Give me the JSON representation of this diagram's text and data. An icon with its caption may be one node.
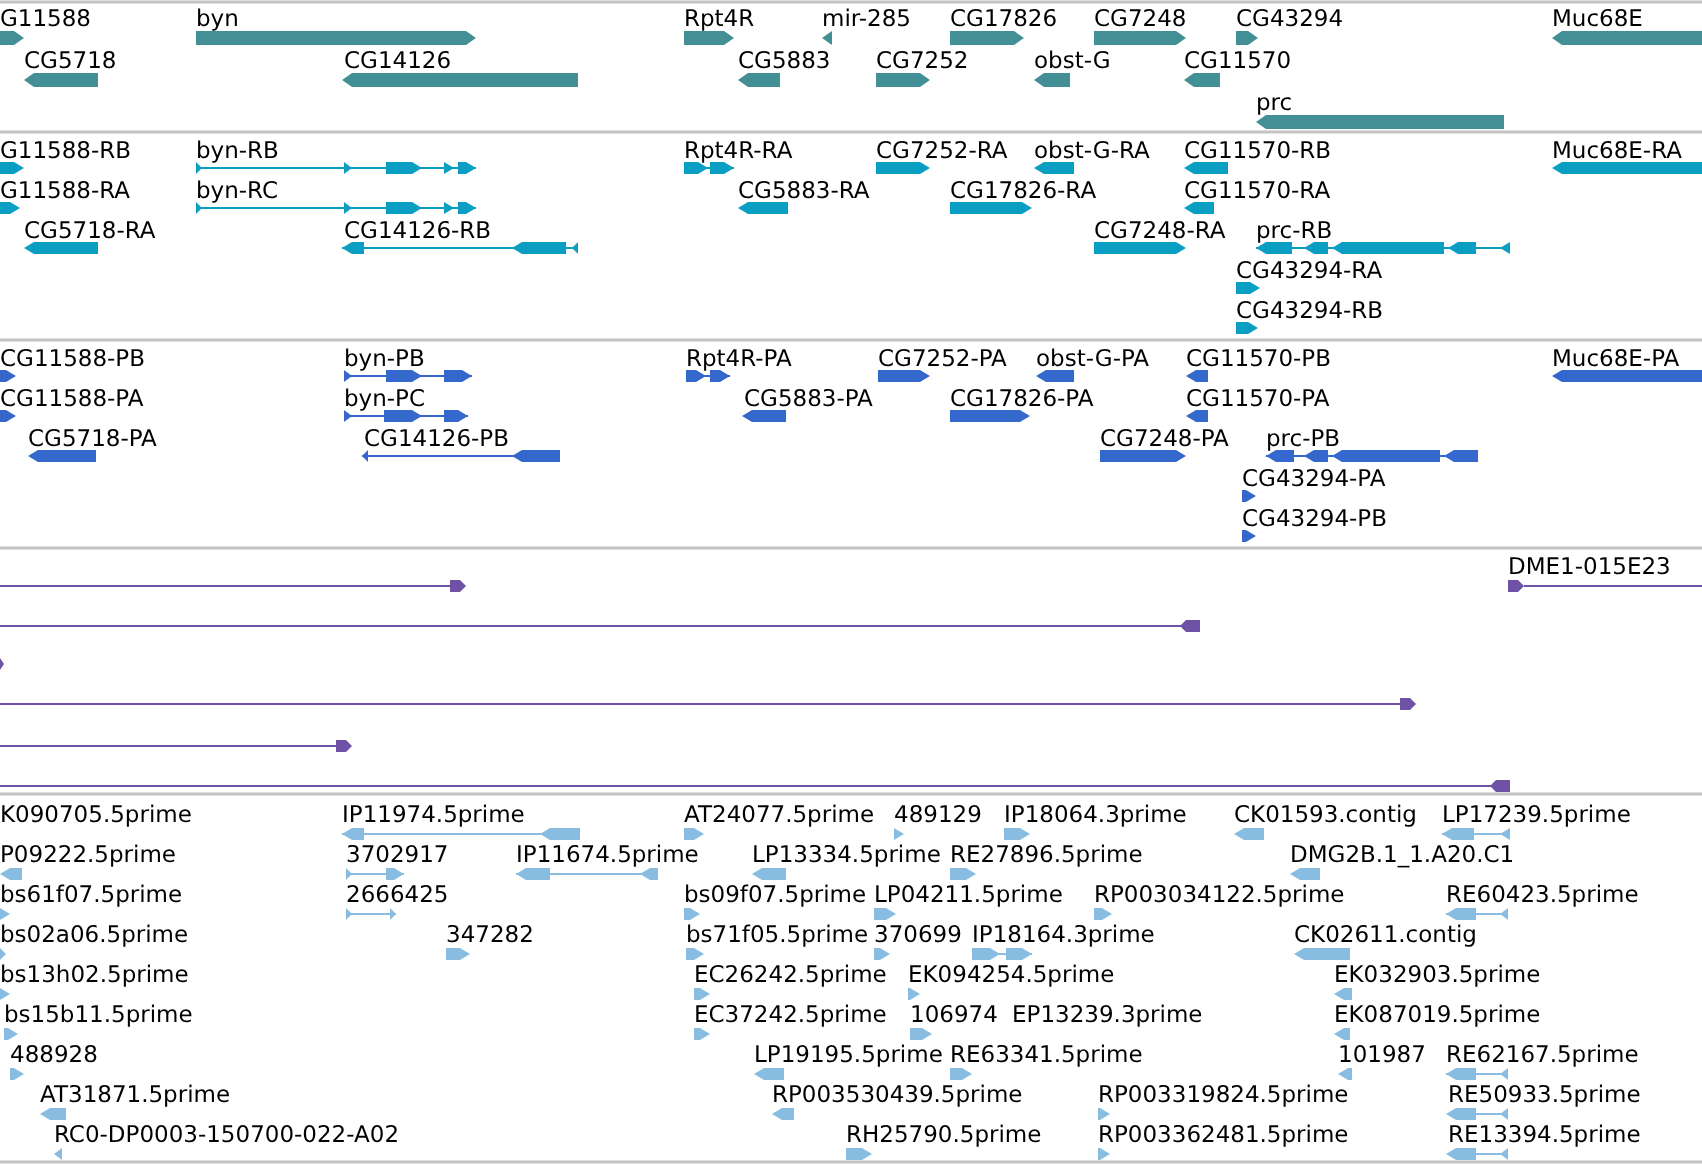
{
  "diagram": {
    "labels": [
      "G11588",
      "byn",
      "Rpt4R",
      "mir-285",
      "CG17826",
      "CG7248",
      "CG43294",
      "Muc68E",
      "CG5718",
      "CG14126",
      "CG5883",
      "CG7252",
      "obst-G",
      "CG11570",
      "prc",
      "G11588-RB",
      "byn-RB",
      "Rpt4R-RA",
      "CG7252-RA",
      "obst-G-RA",
      "CG11570-RB",
      "Muc68E-RA",
      "G11588-RA",
      "byn-RC",
      "CG5883-RA",
      "CG17826-RA",
      "CG11570-RA",
      "CG5718-RA",
      "CG14126-RB",
      "CG7248-RA",
      "prc-RB",
      "CG43294-RA",
      "CG43294-RB",
      "CG11588-PB",
      "byn-PB",
      "Rpt4R-PA",
      "CG7252-PA",
      "obst-G-PA",
      "CG11570-PB",
      "Muc68E-PA",
      "CG11588-PA",
      "byn-PC",
      "CG5883-PA",
      "CG17826-PA",
      "CG11570-PA",
      "CG5718-PA",
      "CG14126-PB",
      "CG7248-PA",
      "prc-PB",
      "CG43294-PA",
      "CG43294-PB",
      "DME1-015E23",
      "K090705.5prime",
      "IP11974.5prime",
      "AT24077.5prime",
      "489129",
      "IP18064.3prime",
      "CK01593.contig",
      "LP17239.5prime",
      "P09222.5prime",
      "3702917",
      "IP11674.5prime",
      "LP13334.5prime",
      "RE27896.5prime",
      "DMG2B.1_1.A20.C1",
      "bs61f07.5prime",
      "2666425",
      "bs09f07.5prime",
      "LP04211.5prime",
      "RP003034122.5prime",
      "RE60423.5prime",
      "bs02a06.5prime",
      "347282",
      "bs71f05.5prime",
      "370699",
      "IP18164.3prime",
      "CK02611.contig",
      "bs13h02.5prime",
      "EC26242.5prime",
      "EK094254.5prime",
      "EK032903.5prime",
      "bs15b11.5prime",
      "EC37242.5prime",
      "106974",
      "EP13239.3prime",
      "EK087019.5prime",
      "488928",
      "LP19195.5prime",
      "RE63341.5prime",
      "101987",
      "RE62167.5prime",
      "AT31871.5prime",
      "RP003530439.5prime",
      "RP003319824.5prime",
      "RE50933.5prime",
      "RC0-DP0003-150700-022-A02",
      "RH25790.5prime",
      "RP003362481.5prime",
      "RE13394.5prime"
    ]
  }
}
